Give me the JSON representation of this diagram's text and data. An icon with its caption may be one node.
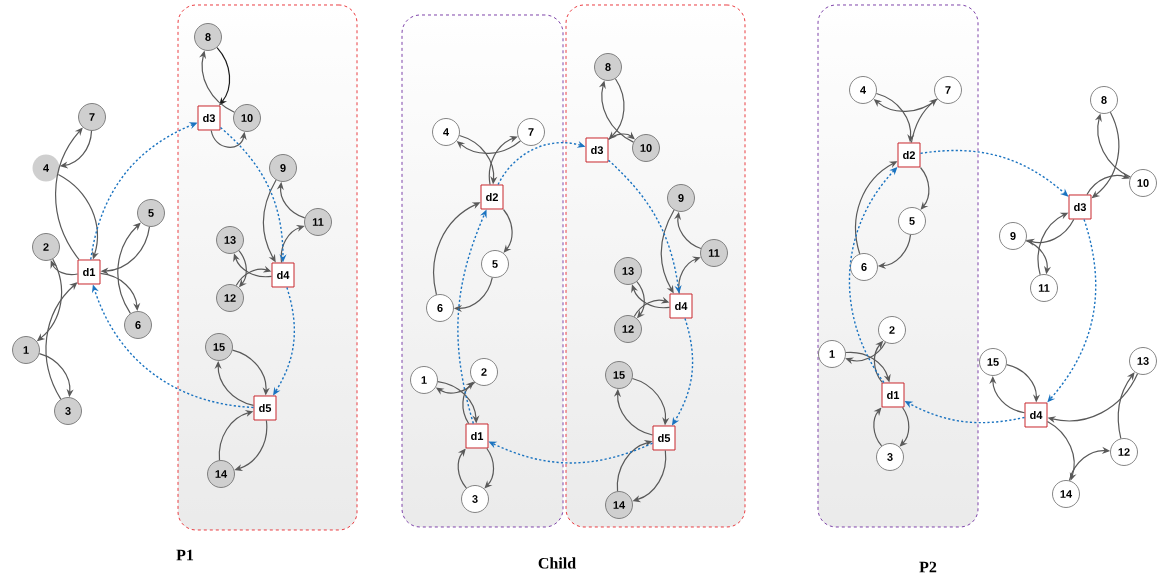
{
  "diagram": {
    "nodes": [
      {
        "text": [],
        "shape": "box"
      },
      {
        "text": [
          "7"
        ]
      },
      {
        "text": [
          "4"
        ]
      },
      {
        "text": [
          "5"
        ]
      },
      {
        "text": [
          "2"
        ]
      },
      {
        "text": [
          "d1"
        ]
      },
      {
        "text": [
          "6"
        ]
      },
      {
        "text": [
          "1"
        ]
      },
      {
        "text": [
          "3"
        ]
      },
      {
        "text": [
          "8"
        ],
        "in": 0
      },
      {
        "text": [
          "d3"
        ],
        "in": 0
      },
      {
        "text": [
          "10"
        ],
        "in": 0
      },
      {
        "text": [
          "9"
        ],
        "in": 0
      },
      {
        "text": [
          "11"
        ],
        "in": 0
      },
      {
        "text": [
          "13"
        ],
        "in": 0
      },
      {
        "text": [
          "d4"
        ],
        "in": 0
      },
      {
        "text": [
          "12"
        ],
        "in": 0
      },
      {
        "text": [
          "15"
        ],
        "in": 0
      },
      {
        "text": [
          "d5"
        ],
        "in": 0
      },
      {
        "text": [
          "14"
        ],
        "in": 0
      },
      {
        "text": [],
        "shape": "box"
      },
      {
        "text": [],
        "shape": "box"
      },
      {
        "text": [
          "4"
        ],
        "in": 20
      },
      {
        "text": [
          "7"
        ],
        "in": 20
      },
      {
        "text": [
          "d2"
        ],
        "in": 20
      },
      {
        "text": [
          "5"
        ],
        "in": 20
      },
      {
        "text": [
          "6"
        ],
        "in": 20
      },
      {
        "text": [
          "1"
        ],
        "in": 20
      },
      {
        "text": [
          "2"
        ],
        "in": 20
      },
      {
        "text": [
          "d1"
        ],
        "in": 20
      },
      {
        "text": [
          "3"
        ],
        "in": 20
      },
      {
        "text": [
          "8"
        ],
        "in": 21
      },
      {
        "text": [
          "d3"
        ],
        "in": 21
      },
      {
        "text": [
          "10"
        ],
        "in": 21
      },
      {
        "text": [
          "9"
        ],
        "in": 21
      },
      {
        "text": [
          "11"
        ],
        "in": 21
      },
      {
        "text": [
          "13"
        ],
        "in": 21
      },
      {
        "text": [
          "d4"
        ],
        "in": 21
      },
      {
        "text": [
          "12"
        ],
        "in": 21
      },
      {
        "text": [
          "15"
        ],
        "in": 21
      },
      {
        "text": [
          "d5"
        ],
        "in": 21
      },
      {
        "text": [
          "14"
        ],
        "in": 21
      },
      {
        "text": [],
        "shape": "box"
      },
      {
        "text": [
          "4"
        ],
        "in": 42
      },
      {
        "text": [
          "7"
        ],
        "in": 42
      },
      {
        "text": [
          "d2"
        ],
        "in": 42
      },
      {
        "text": [
          "5"
        ],
        "in": 42
      },
      {
        "text": [
          "6"
        ],
        "in": 42
      },
      {
        "text": [
          "2"
        ],
        "in": 42
      },
      {
        "text": [
          "1"
        ],
        "in": 42
      },
      {
        "text": [
          "d1"
        ],
        "in": 42
      },
      {
        "text": [
          "3"
        ],
        "in": 42
      },
      {
        "text": [
          "8"
        ]
      },
      {
        "text": [
          "d3"
        ]
      },
      {
        "text": [
          "10"
        ]
      },
      {
        "text": [
          "9"
        ]
      },
      {
        "text": [
          "11"
        ]
      },
      {
        "text": [
          "15"
        ]
      },
      {
        "text": [
          "d4"
        ]
      },
      {
        "text": [
          "13"
        ]
      },
      {
        "text": [
          "12"
        ]
      },
      {
        "text": [
          "14"
        ]
      }
    ],
    "edges": [
      {
        "from": 5,
        "to": 4,
        "arrow": "to"
      },
      {
        "from": 4,
        "to": 7,
        "arrow": "to"
      },
      {
        "from": 7,
        "to": 8,
        "arrow": "to"
      },
      {
        "from": 8,
        "to": 5,
        "arrow": "to"
      },
      {
        "from": 5,
        "to": 1,
        "arrow": "to"
      },
      {
        "from": 1,
        "to": 2,
        "arrow": "to"
      },
      {
        "from": 2,
        "to": 5,
        "arrow": "to"
      },
      {
        "from": 5,
        "to": 6,
        "arrow": "to"
      },
      {
        "from": 6,
        "to": 3,
        "arrow": "to"
      },
      {
        "from": 3,
        "to": 5,
        "arrow": "to"
      },
      {
        "from": 9,
        "to": 10,
        "arrow": "to",
        "color": "#1a1a1a"
      },
      {
        "from": 10,
        "to": 11,
        "arrow": "to"
      },
      {
        "from": 11,
        "to": 9,
        "arrow": "to"
      },
      {
        "from": 15,
        "to": 13,
        "arrow": "to"
      },
      {
        "from": 13,
        "to": 12,
        "arrow": "to"
      },
      {
        "from": 12,
        "to": 15,
        "arrow": "to"
      },
      {
        "from": 15,
        "to": 14,
        "arrow": "to"
      },
      {
        "from": 14,
        "to": 16,
        "arrow": "to"
      },
      {
        "from": 16,
        "to": 15,
        "arrow": "to"
      },
      {
        "from": 18,
        "to": 17,
        "arrow": "to"
      },
      {
        "from": 17,
        "to": 18,
        "arrow": "to"
      },
      {
        "from": 18,
        "to": 19,
        "arrow": "to"
      },
      {
        "from": 19,
        "to": 18,
        "arrow": "to"
      },
      {
        "from": 5,
        "to": 10,
        "arrow": "to",
        "style": "dashed",
        "color": "#1a73c0"
      },
      {
        "from": 10,
        "to": 15,
        "arrow": "to",
        "style": "dashed",
        "color": "#1a73c0"
      },
      {
        "from": 15,
        "to": 18,
        "arrow": "to",
        "style": "dashed",
        "color": "#1a73c0"
      },
      {
        "from": 18,
        "to": 5,
        "arrow": "to",
        "style": "dashed",
        "color": "#1a73c0"
      },
      {
        "from": 24,
        "to": 23,
        "arrow": "to"
      },
      {
        "from": 23,
        "to": 22,
        "arrow": "to"
      },
      {
        "from": 22,
        "to": 24,
        "arrow": "to"
      },
      {
        "from": 24,
        "to": 25,
        "arrow": "to"
      },
      {
        "from": 25,
        "to": 26,
        "arrow": "to"
      },
      {
        "from": 26,
        "to": 24,
        "arrow": "to"
      },
      {
        "from": 29,
        "to": 28,
        "arrow": "to"
      },
      {
        "from": 28,
        "to": 27,
        "arrow": "to"
      },
      {
        "from": 27,
        "to": 29,
        "arrow": "to"
      },
      {
        "from": 29,
        "to": 30,
        "arrow": "to"
      },
      {
        "from": 30,
        "to": 29,
        "arrow": "to"
      },
      {
        "from": 31,
        "to": 32,
        "arrow": "to"
      },
      {
        "from": 32,
        "to": 33,
        "arrow": "to"
      },
      {
        "from": 33,
        "to": 31,
        "arrow": "to"
      },
      {
        "from": 37,
        "to": 35,
        "arrow": "to"
      },
      {
        "from": 35,
        "to": 34,
        "arrow": "to"
      },
      {
        "from": 34,
        "to": 37,
        "arrow": "to"
      },
      {
        "from": 37,
        "to": 36,
        "arrow": "to"
      },
      {
        "from": 36,
        "to": 38,
        "arrow": "to"
      },
      {
        "from": 38,
        "to": 37,
        "arrow": "to"
      },
      {
        "from": 40,
        "to": 39,
        "arrow": "to"
      },
      {
        "from": 39,
        "to": 40,
        "arrow": "to"
      },
      {
        "from": 40,
        "to": 41,
        "arrow": "to"
      },
      {
        "from": 41,
        "to": 40,
        "arrow": "to"
      },
      {
        "from": 24,
        "to": 32,
        "arrow": "to",
        "style": "dashed",
        "color": "#1a73c0"
      },
      {
        "from": 32,
        "to": 37,
        "arrow": "to",
        "style": "dashed",
        "color": "#1a73c0"
      },
      {
        "from": 37,
        "to": 40,
        "arrow": "to",
        "style": "dashed",
        "color": "#1a73c0"
      },
      {
        "from": 40,
        "to": 29,
        "arrow": "to",
        "style": "dashed",
        "color": "#1a73c0"
      },
      {
        "from": 29,
        "to": 24,
        "arrow": "to",
        "style": "dashed",
        "color": "#1a73c0"
      },
      {
        "from": 45,
        "to": 44,
        "arrow": "to"
      },
      {
        "from": 44,
        "to": 43,
        "arrow": "to"
      },
      {
        "from": 43,
        "to": 45,
        "arrow": "to"
      },
      {
        "from": 45,
        "to": 46,
        "arrow": "to"
      },
      {
        "from": 46,
        "to": 47,
        "arrow": "to"
      },
      {
        "from": 47,
        "to": 45,
        "arrow": "to"
      },
      {
        "from": 50,
        "to": 48,
        "arrow": "to"
      },
      {
        "from": 48,
        "to": 49,
        "arrow": "to"
      },
      {
        "from": 49,
        "to": 50,
        "arrow": "to"
      },
      {
        "from": 50,
        "to": 51,
        "arrow": "to"
      },
      {
        "from": 51,
        "to": 50,
        "arrow": "to"
      },
      {
        "from": 53,
        "to": 54,
        "arrow": "to"
      },
      {
        "from": 54,
        "to": 52,
        "arrow": "to"
      },
      {
        "from": 52,
        "to": 53,
        "arrow": "to"
      },
      {
        "from": 53,
        "to": 55,
        "arrow": "to"
      },
      {
        "from": 55,
        "to": 56,
        "arrow": "to"
      },
      {
        "from": 56,
        "to": 53,
        "arrow": "to"
      },
      {
        "from": 58,
        "to": 57,
        "arrow": "to"
      },
      {
        "from": 57,
        "to": 58,
        "arrow": "to"
      },
      {
        "from": 59,
        "to": 58,
        "arrow": "to"
      },
      {
        "from": 58,
        "to": 61,
        "arrow": "to"
      },
      {
        "from": 61,
        "to": 60,
        "arrow": "to"
      },
      {
        "from": 60,
        "to": 59,
        "arrow": "to"
      },
      {
        "from": 45,
        "to": 53,
        "arrow": "to",
        "style": "dashed",
        "color": "#1a73c0"
      },
      {
        "from": 53,
        "to": 58,
        "arrow": "to",
        "style": "dashed",
        "color": "#1a73c0"
      },
      {
        "from": 58,
        "to": 50,
        "arrow": "to",
        "style": "dashed",
        "color": "#1a73c0"
      },
      {
        "from": 50,
        "to": 45,
        "arrow": "to",
        "style": "dashed",
        "color": "#1a73c0"
      }
    ],
    "labels": [
      "P1",
      "Child",
      "P2"
    ]
  }
}
